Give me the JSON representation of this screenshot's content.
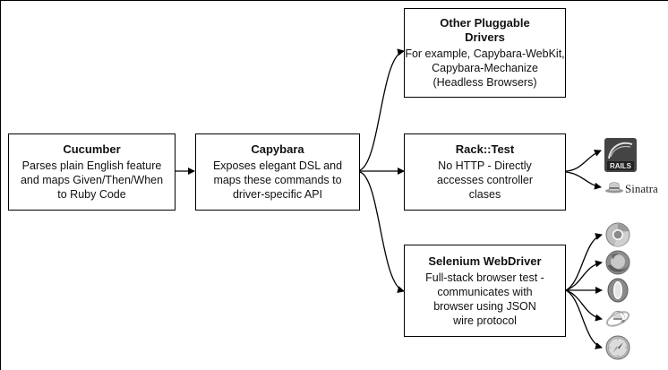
{
  "boxes": {
    "cucumber": {
      "title": "Cucumber",
      "lines": [
        "Parses plain English feature",
        "and maps Given/Then/When",
        "to Ruby Code"
      ]
    },
    "capybara": {
      "title": "Capybara",
      "lines": [
        "Exposes elegant DSL and",
        "maps these commands to",
        "driver-specific API"
      ]
    },
    "other": {
      "title_lines": [
        "Other Pluggable",
        "Drivers"
      ],
      "lines": [
        "For example, Capybara-WebKit,",
        "Capybara-Mechanize",
        "(Headless Browsers)"
      ]
    },
    "rack": {
      "title": "Rack::Test",
      "lines": [
        "No HTTP - Directly",
        "accesses controller",
        "clases"
      ]
    },
    "selenium": {
      "title": "Selenium WebDriver",
      "lines": [
        "Full-stack browser test -",
        "communicates with",
        "browser using JSON",
        "wire protocol"
      ]
    }
  },
  "logos": {
    "rails": {
      "text": "RAILS"
    },
    "sinatra": {
      "label": "Sinatra"
    }
  },
  "browser_icons": [
    "chrome-icon",
    "firefox-icon",
    "opera-icon",
    "internet-explorer-icon",
    "safari-icon"
  ]
}
